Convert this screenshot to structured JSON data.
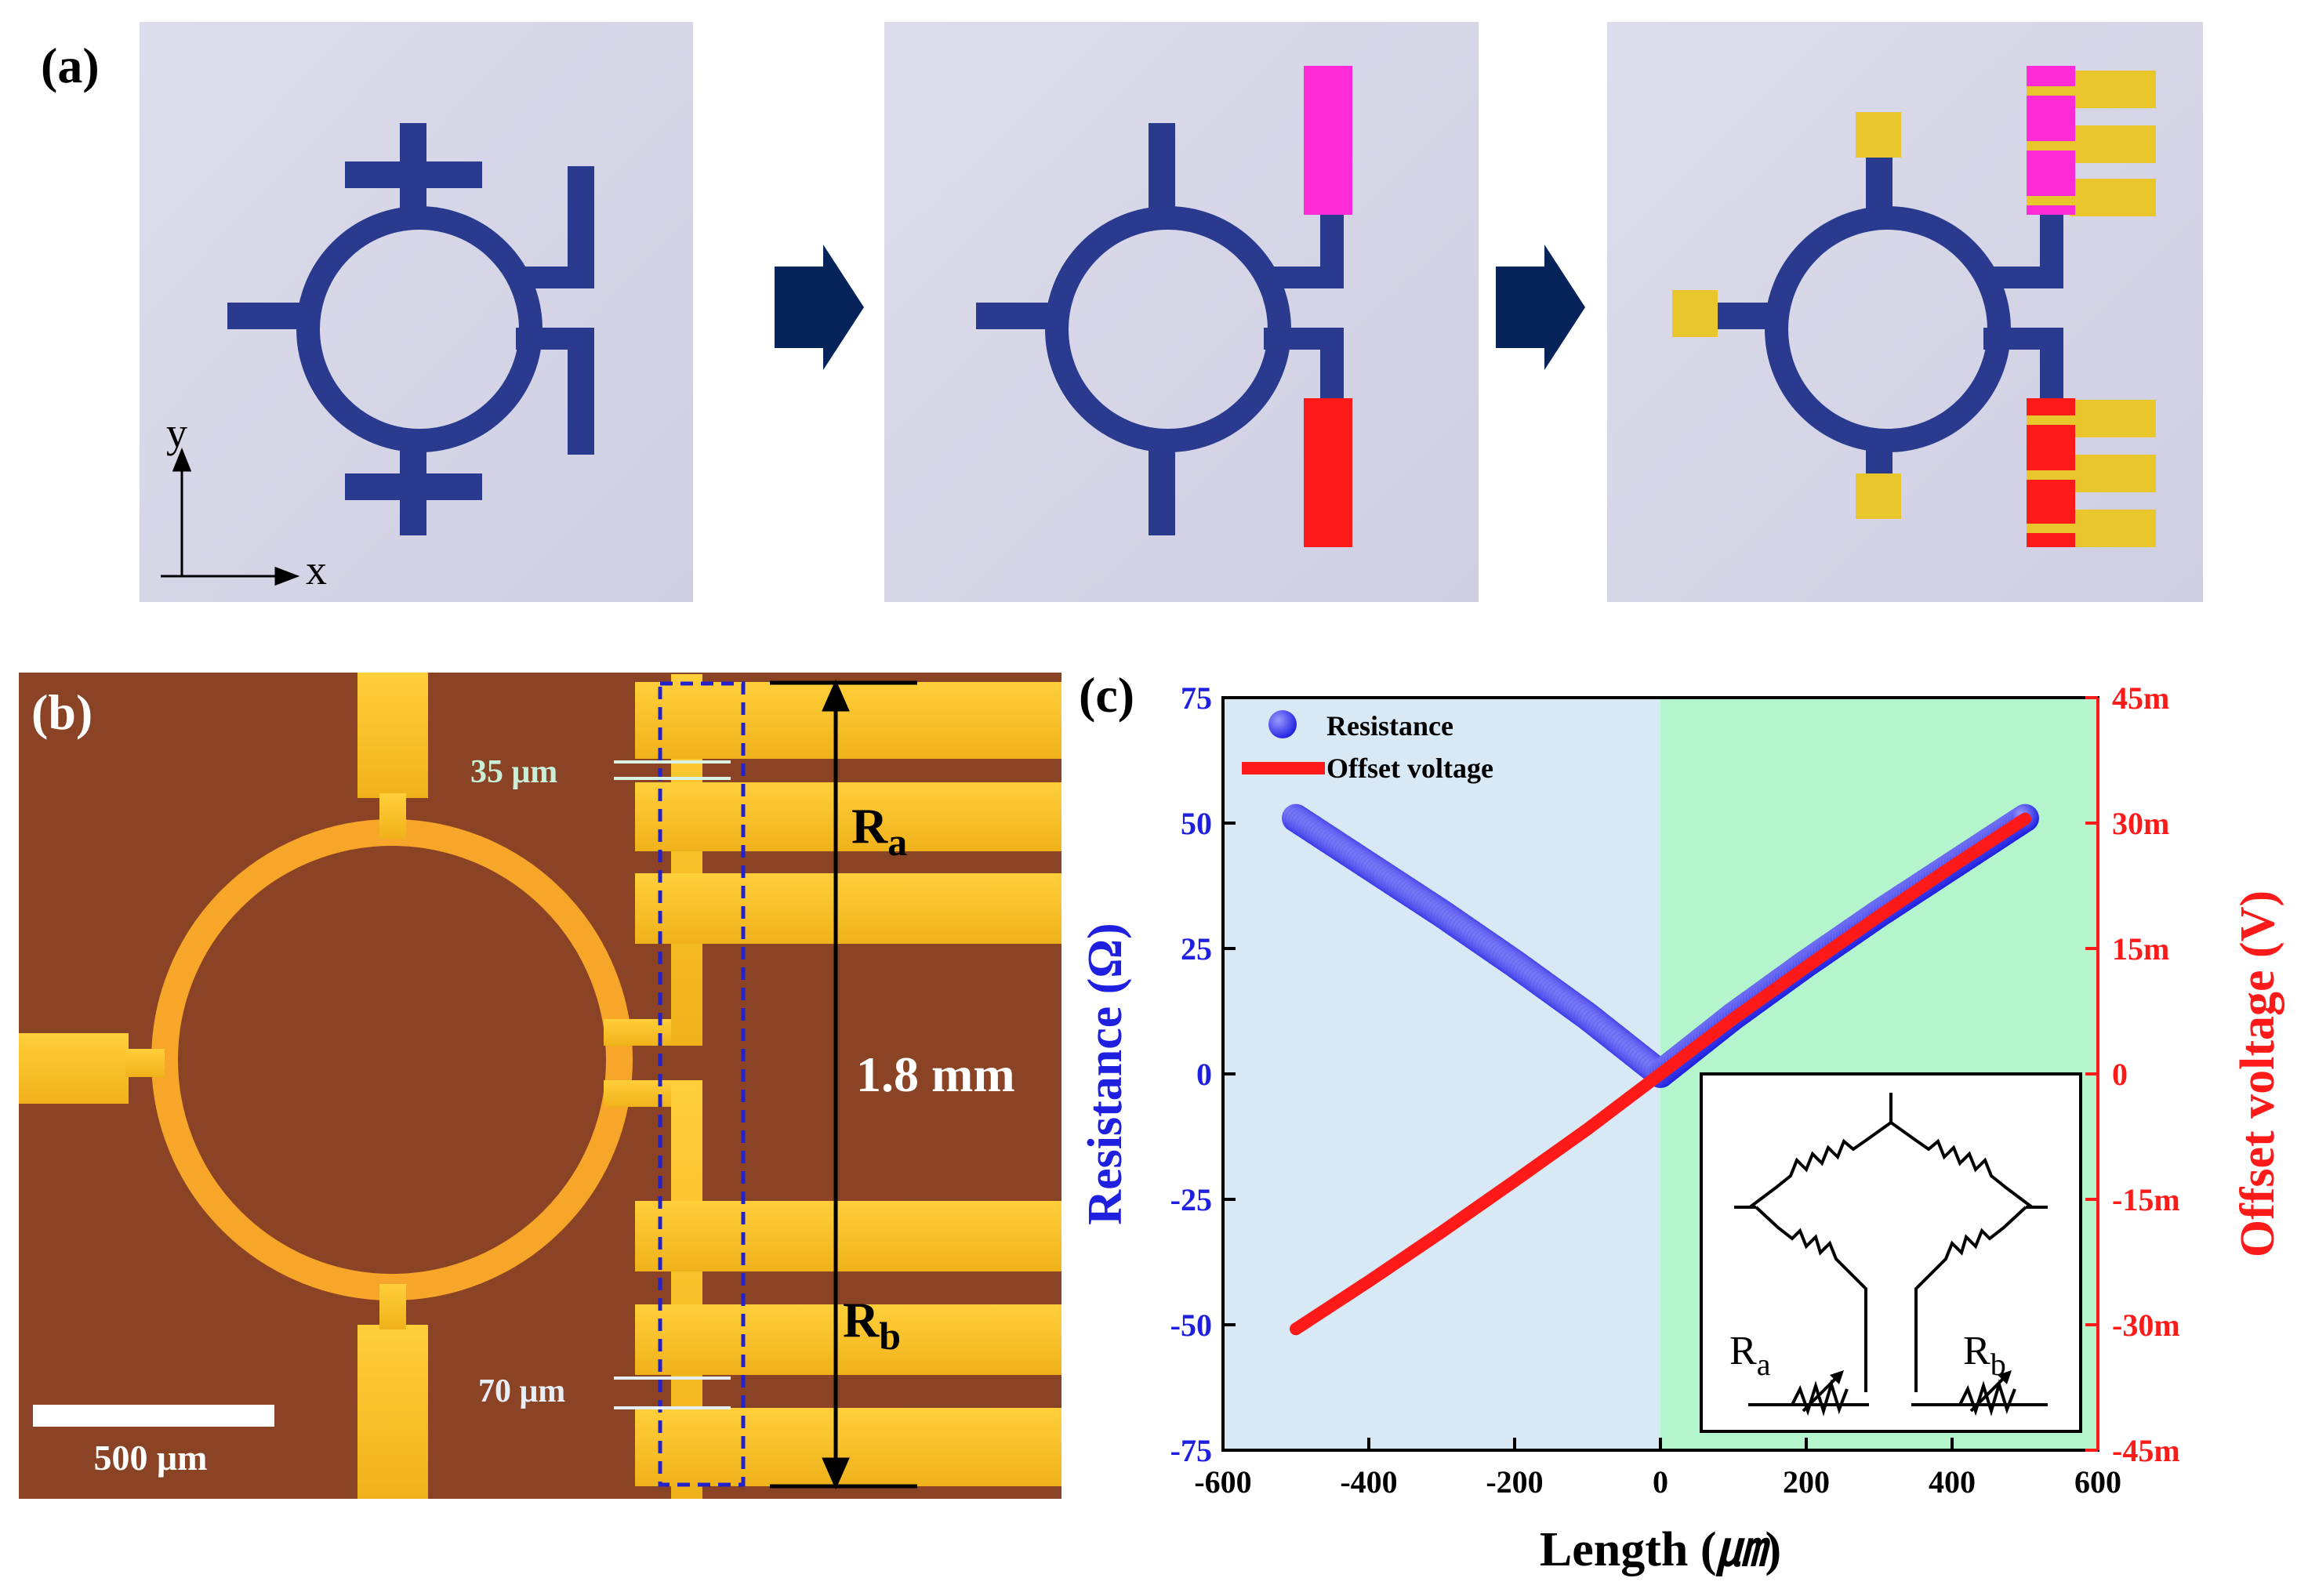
{
  "panel_a": {
    "label": "(a)",
    "axis_x": "x",
    "axis_y": "y",
    "colors": {
      "trace": "#2a3a8e",
      "pad": "#e9c62b",
      "segment_a": "#ff2bd6",
      "segment_b": "#ff1a1a",
      "arrow": "#07245a"
    }
  },
  "panel_b": {
    "label": "(b)",
    "width_label_1": "35 μm",
    "width_label_2": "70 μm",
    "length_label": "1.8 mm",
    "ra": {
      "base": "R",
      "sub": "a"
    },
    "rb": {
      "base": "R",
      "sub": "b"
    },
    "scale_bar": "500 μm"
  },
  "panel_c": {
    "label": "(c)",
    "inset": {
      "ra": {
        "base": "R",
        "sub": "a"
      },
      "rb": {
        "base": "R",
        "sub": "b"
      }
    }
  },
  "chart_data": {
    "type": "scatter",
    "xlabel_base": "Length (",
    "xlabel_unit": "㎛",
    "xlabel_end": ")",
    "ylabel_left": "Resistance (Ω)",
    "ylabel_right": "Offset voltage (V)",
    "xlim": [
      -600,
      600
    ],
    "ylim_left": [
      -75,
      75
    ],
    "ylim_right": [
      -0.045,
      0.045
    ],
    "x_ticks": [
      "-600",
      "-400",
      "-200",
      "0",
      "200",
      "400",
      "600"
    ],
    "y_left_ticks": [
      "75",
      "50",
      "25",
      "0",
      "-25",
      "-50",
      "-75"
    ],
    "y_right_ticks": [
      "45m",
      "30m",
      "15m",
      "0",
      "-15m",
      "-30m",
      "-45m"
    ],
    "background_regions": [
      {
        "x_range": [
          -600,
          0
        ],
        "color": "#d8e8f5"
      },
      {
        "x_range": [
          0,
          600
        ],
        "color": "#b5f5cd"
      }
    ],
    "series": [
      {
        "name": "Resistance",
        "axis": "left",
        "color": "#1f1fe0",
        "x": [
          -500,
          -400,
          -300,
          -200,
          -100,
          0,
          100,
          200,
          300,
          400,
          500
        ],
        "y": [
          51,
          41.5,
          32,
          22,
          11.5,
          0,
          11.5,
          22,
          32,
          41.5,
          51
        ]
      },
      {
        "name": "Offset voltage",
        "axis": "right",
        "color": "#ff1a1a",
        "x": [
          -500,
          -400,
          -300,
          -200,
          -100,
          0,
          100,
          200,
          300,
          400,
          500
        ],
        "y": [
          -0.0305,
          -0.0248,
          -0.0189,
          -0.0128,
          -0.0066,
          0,
          0.0066,
          0.0128,
          0.0189,
          0.0248,
          0.0305
        ]
      }
    ],
    "legend_placement": "top-left"
  }
}
